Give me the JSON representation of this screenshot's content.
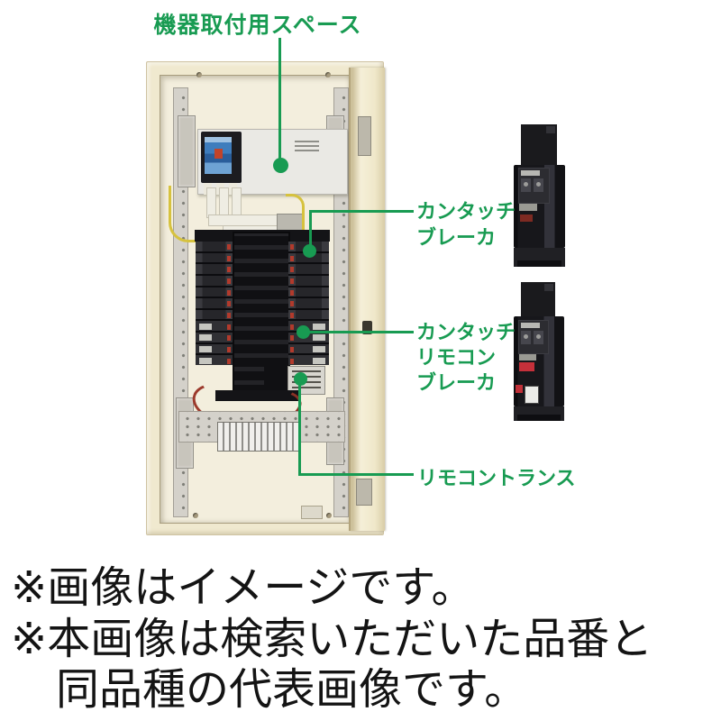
{
  "callouts": {
    "mounting_space": {
      "text": "機器取付用スペース"
    },
    "kantouch_breaker": {
      "line1": "カンタッチ",
      "line2": "ブレーカ"
    },
    "kantouch_remote_breaker": {
      "line1": "カンタッチ",
      "line2": "リモコン",
      "line3": "ブレーカ"
    },
    "remote_transformer": {
      "text": "リモコントランス"
    }
  },
  "disclaimer": {
    "line1": "※画像はイメージです。",
    "line2": "※本画像は検索いただいた品番と",
    "line3": "同品種の代表画像です。"
  },
  "panel": {
    "standard_rows": 7,
    "remote_rows": 4
  },
  "colors": {
    "accent_green": "#189b52",
    "cabinet_beige": "#f0e9cf",
    "disclaimer_text": "#141414"
  }
}
